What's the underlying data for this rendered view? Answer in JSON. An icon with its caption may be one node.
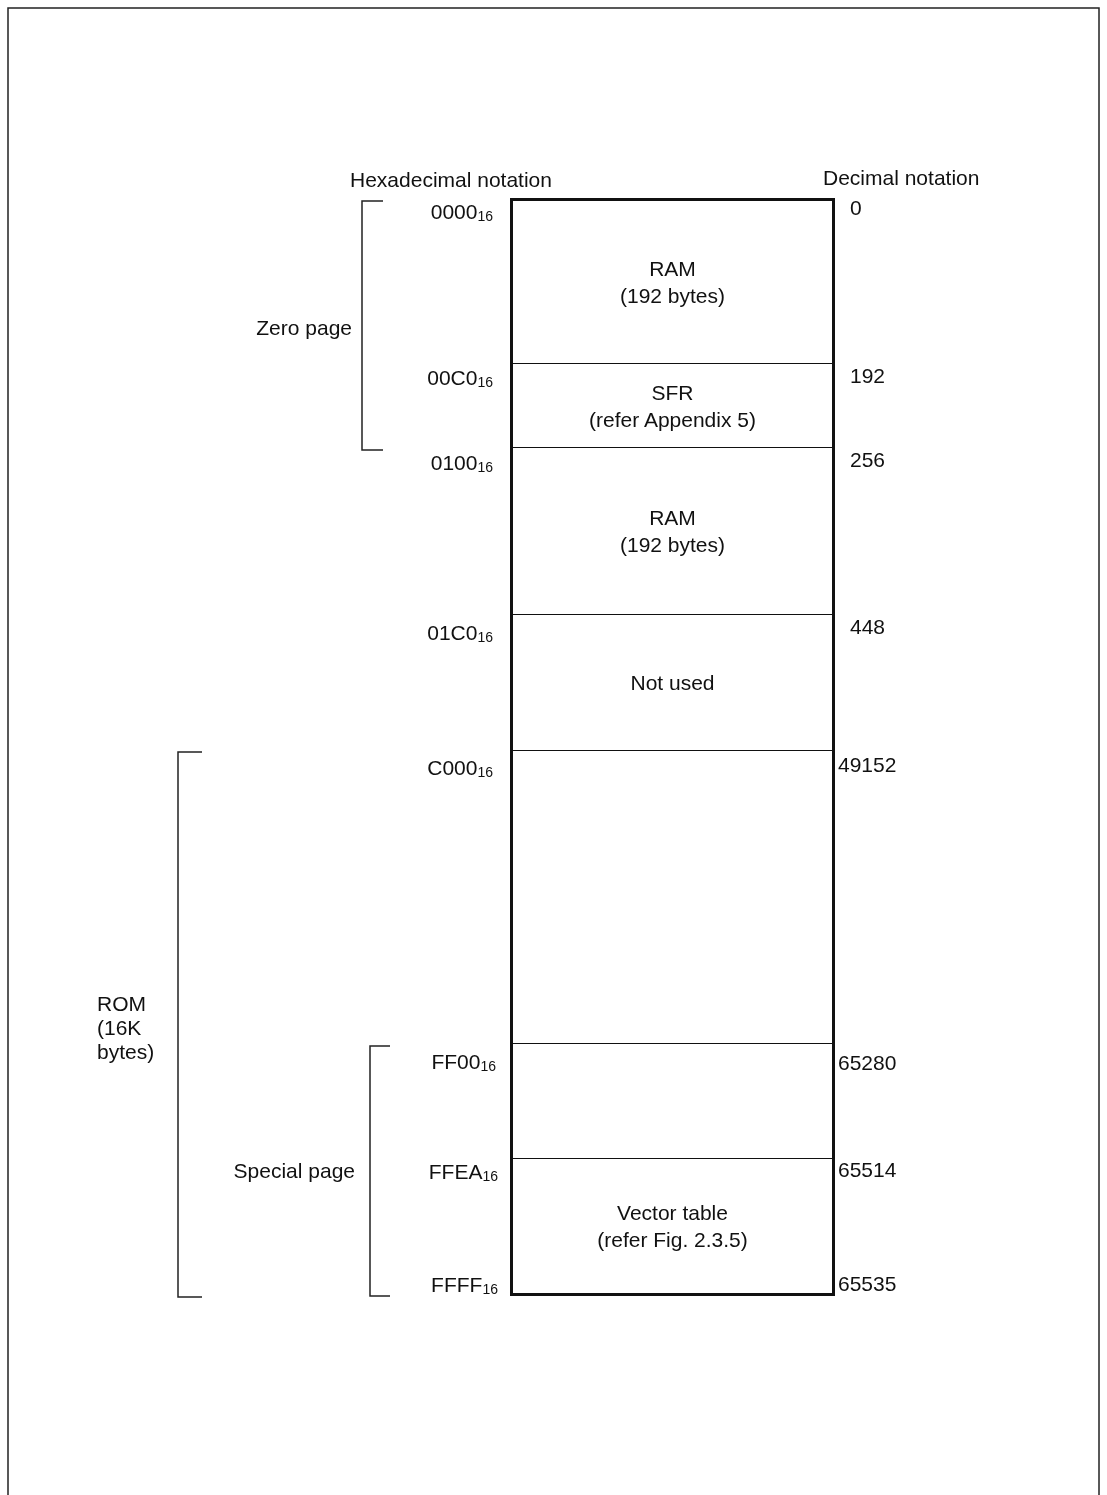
{
  "diagram": {
    "nodes": [
      {
        "text": [
          "RAM",
          "(192 bytes)"
        ]
      },
      {
        "text": [
          "SFR",
          "(refer Appendix 5)"
        ]
      },
      {
        "text": [
          "RAM",
          "(192 bytes)"
        ]
      },
      {
        "text": [
          "Not used"
        ]
      },
      {
        "text": [],
        "shape": "box"
      },
      {
        "text": [],
        "shape": "box"
      },
      {
        "text": [
          "Vector table",
          "(refer Fig. 2.3.5)"
        ]
      }
    ],
    "labels": [
      "Hexadecimal notation",
      "Decimal notation",
      "0000$_{16}$",
      "0",
      "Zero page",
      "00C0$_{16}$",
      "192",
      "0100$_{16}$",
      "256",
      "01C0$_{16}$",
      "448",
      "C000$_{16}$",
      "49152",
      "ROM (16K bytes)",
      "FF00$_{16}$",
      "65280",
      "Special page",
      "FFEA$_{16}$",
      "65514",
      "FFFF$_{16}$",
      "65535"
    ]
  }
}
